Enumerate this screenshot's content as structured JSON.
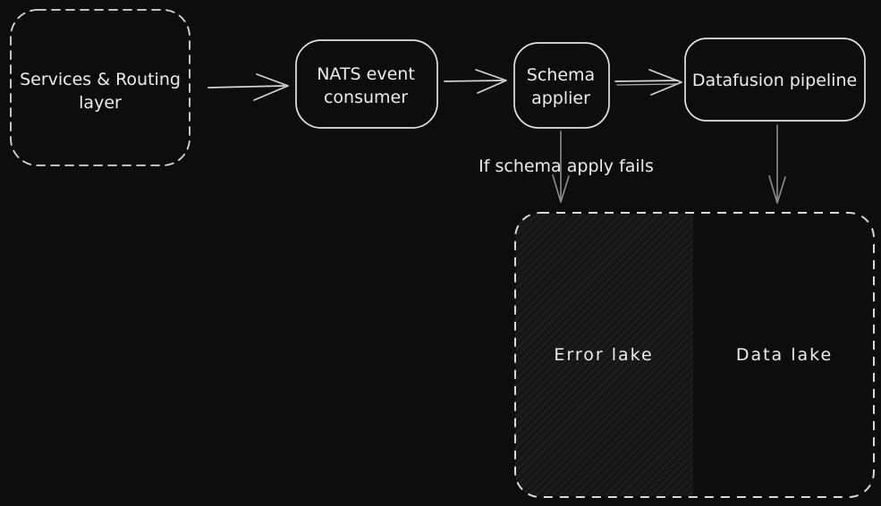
{
  "colors": {
    "bg": "#0d0d0d",
    "ink": "#ececec",
    "box-stroke": "#e3e3e3",
    "dash-stroke": "#d9d9d9",
    "arrow": "#d6d6d6",
    "arrow-muted": "#8d8d8d",
    "hatch-bg": "#161616",
    "hatch-line": "#2e2e2e"
  },
  "nodes": {
    "services": {
      "line1": "Services & Routing",
      "line2": "layer",
      "border": "dashed"
    },
    "nats": {
      "line1": "NATS event",
      "line2": "consumer",
      "border": "solid"
    },
    "schema": {
      "line1": "Schema",
      "line2": "applier",
      "border": "solid"
    },
    "datafusion": {
      "label": "Datafusion pipeline",
      "border": "solid"
    }
  },
  "labels": {
    "fail_note": "If schema apply fails",
    "error_lake": "Error lake",
    "data_lake": "Data lake"
  },
  "edges": [
    {
      "from": "services",
      "to": "nats",
      "type": "arrow"
    },
    {
      "from": "nats",
      "to": "schema",
      "type": "arrow"
    },
    {
      "from": "schema",
      "to": "datafusion",
      "type": "arrow"
    },
    {
      "from": "schema",
      "to": "error-lake",
      "type": "arrow",
      "label": "If schema apply fails"
    },
    {
      "from": "datafusion",
      "to": "data-lake",
      "type": "arrow"
    }
  ]
}
